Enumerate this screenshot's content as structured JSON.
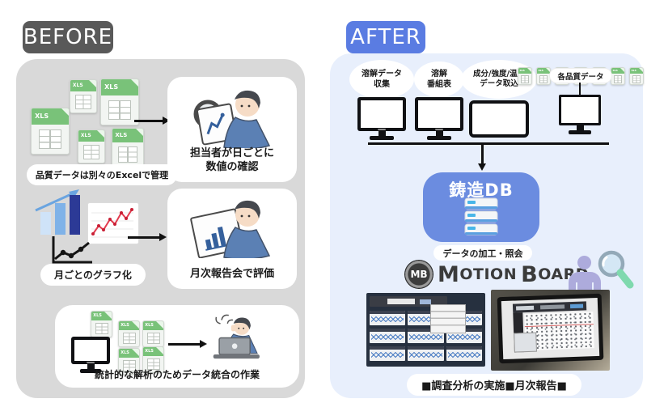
{
  "before": {
    "badge_label": "BEFORE",
    "excel_pill_label": "品質データは別々のExcelで管理",
    "daily_caption_line1": "担当者が日ごとに",
    "daily_caption_line2": "数値の確認",
    "graph_pill_label": "月ごとのグラフ化",
    "monthly_caption": "月次報告会で評価",
    "integration_caption": "統計的な解析のためデータ統合の作業"
  },
  "after": {
    "badge_label": "AFTER",
    "bubbles": [
      {
        "line1": "溶解データ",
        "line2": "収集"
      },
      {
        "line1": "溶解",
        "line2": "番組表"
      },
      {
        "line1": "成分/強度/温度",
        "line2": "データ取込"
      }
    ],
    "quality_pill_label": "各品質データ",
    "db_title": "鋳造DB",
    "db_caption": "データの加工・照会",
    "logo_mb": "MB",
    "logo_part1": "M",
    "logo_part2": "OTION",
    "logo_part3": "B",
    "logo_part4": "OARD",
    "report_pill_label": "■調査分析の実施■月次報告■"
  },
  "icons": {
    "xls_label": "XLS"
  },
  "colors": {
    "before_badge": "#595959",
    "after_badge": "#5a7ce2",
    "before_panel": "#d9d9d9",
    "after_panel": "#e8effc",
    "db_box": "#6b8ce0",
    "xls_green": "#79c279",
    "bar_navy": "#2c3a96",
    "chart_red": "#e23b4e",
    "analyst_purple": "#adabdc",
    "magnifier_handle": "#7fd9ae"
  }
}
